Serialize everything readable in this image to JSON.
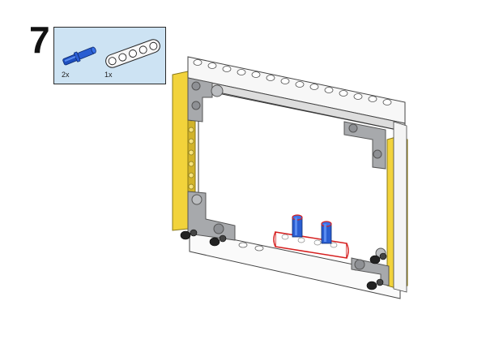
{
  "step": {
    "number": "7"
  },
  "parts_callout": {
    "background": "#cde3f3",
    "parts": [
      {
        "icon": "blue-axle-pin-icon",
        "quantity": "2x"
      },
      {
        "icon": "white-beam-5-icon",
        "quantity": "1x"
      }
    ]
  },
  "model": {
    "description_icon": "frame-assembly-icon",
    "colors": {
      "frame": "#f4f4f4",
      "connector": "#a7a9ac",
      "yellow": "#f2d33b",
      "blue": "#1f4fbf",
      "highlight": "#d62020"
    }
  }
}
